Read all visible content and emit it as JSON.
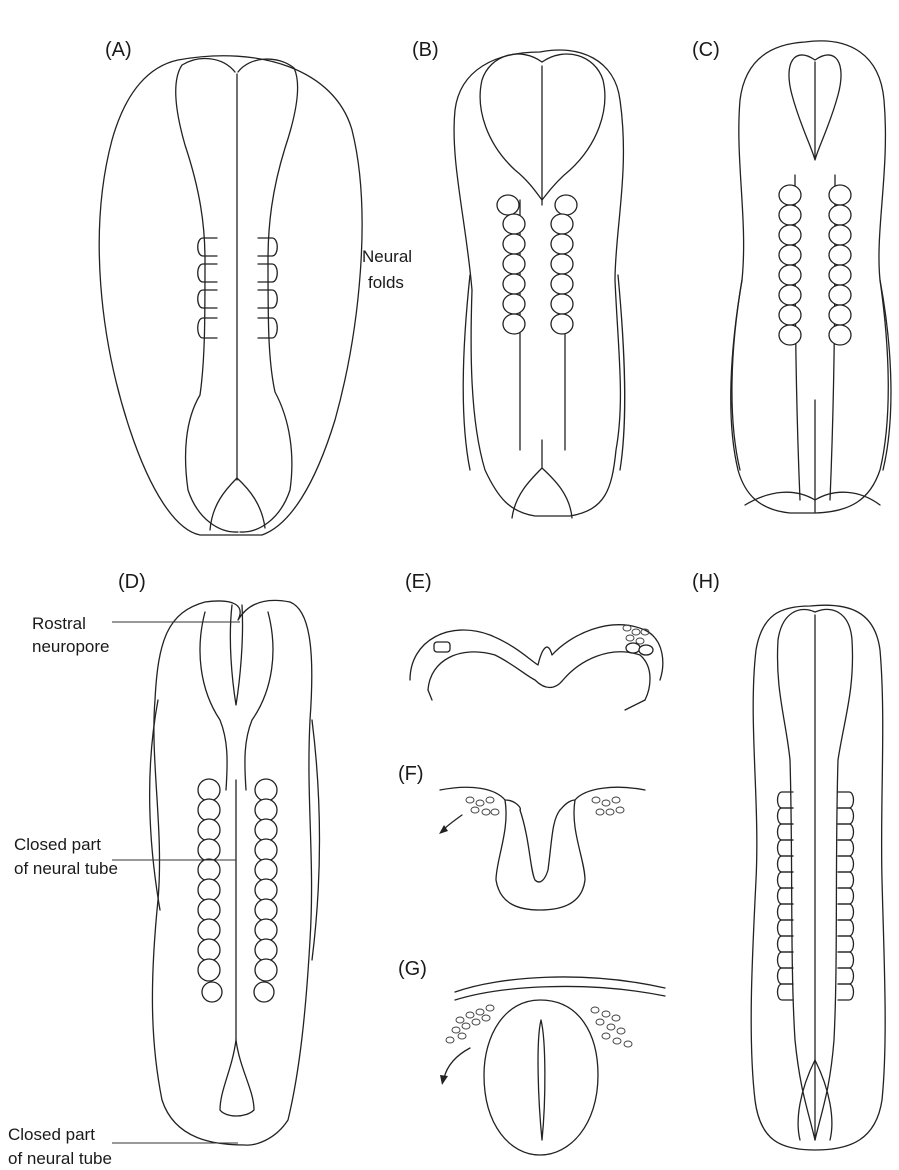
{
  "panels": {
    "a": "(A)",
    "b": "(B)",
    "c": "(C)",
    "d": "(D)",
    "e": "(E)",
    "f": "(F)",
    "g": "(G)",
    "h": "(H)"
  },
  "labels": {
    "neural_folds_1": "Neural",
    "neural_folds_2": "folds",
    "rostral_neuropore_1": "Rostral",
    "rostral_neuropore_2": "neuropore",
    "closed_part_mid_1": "Closed part",
    "closed_part_mid_2": "of neural tube",
    "closed_part_low_1": "Closed part",
    "closed_part_low_2": "of neural tube"
  }
}
